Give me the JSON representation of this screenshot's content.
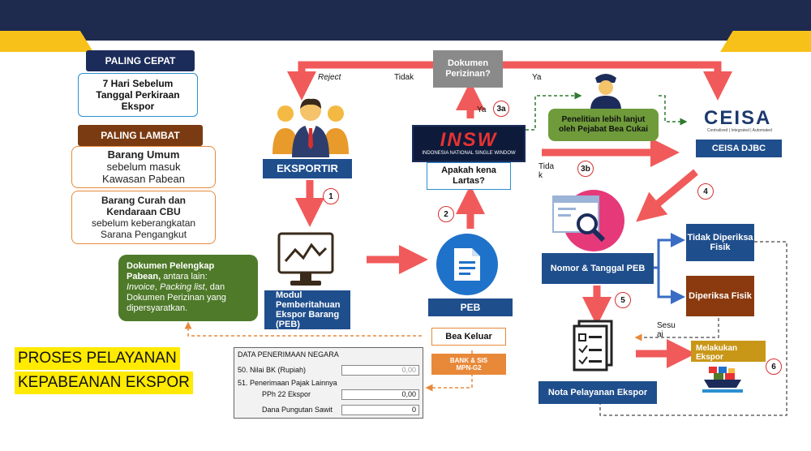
{
  "header": {
    "bar_color": "#1f2a4f",
    "accent_color": "#f7c11a"
  },
  "left": {
    "paling_cepat": "PALING CEPAT",
    "cepat_text": "7 Hari Sebelum Tanggal Perkiraan Ekspor",
    "paling_lambat": "PALING LAMBAT",
    "barang_umum_1": "Barang  Umum",
    "barang_umum_2": "sebelum      masuk",
    "barang_umum_3": "Kawasan Pabean",
    "curah_1": "Barang Curah dan",
    "curah_2": "Kendaraan CBU",
    "curah_3": "sebelum keberangkatan",
    "curah_4": "Sarana Pengangkut"
  },
  "green_doc": {
    "line1": "Dokumen Pelengkap",
    "line2": "Pabean,",
    "line2b": " antara lain:",
    "line3a": "Invoice",
    "line3b": ", ",
    "line3c": "Packing list",
    "line3d": ", dan",
    "line4": "Dokumen Perizinan yang",
    "line5": "dipersyaratkan."
  },
  "title": {
    "line1": "PROSES PELAYANAN",
    "line2": "KEPABEANAN EKSPOR"
  },
  "eksportir": "EKSPORTIR",
  "modul": "Modul Pemberitahuan Ekspor Barang (PEB)",
  "peb": "PEB",
  "insw": {
    "logo": "INSW",
    "sub": "INDONESIA NATIONAL SINGLE WINDOW",
    "question": "Apakah kena Lartas?"
  },
  "dokumen": "Dokumen Perizinan?",
  "labels": {
    "reject": "Reject",
    "tidak": "Tidak",
    "ya_top": "Ya",
    "ya_mid": "Ya",
    "tidak_k": "Tida k",
    "sesuai": "Sesu ai"
  },
  "numbers": {
    "n1": "1",
    "n2": "2",
    "n3a": "3a",
    "n3b": "3b",
    "n4": "4",
    "n5": "5",
    "n6": "6"
  },
  "penelitian": "Penelitian lebih lanjut oleh Pejabat Bea Cukai",
  "ceisa": {
    "logo": "CEISA",
    "tagline": "Centralized | Integrated | Automated",
    "label": "CEISA DJBC"
  },
  "nomor": "Nomor & Tanggal PEB",
  "tidak_diperiksa": "Tidak Diperiksa Fisik",
  "diperiksa": "Diperiksa Fisik",
  "nota": "Nota Pelayanan Ekspor",
  "melakukan": "Melakukan Ekspor",
  "bea_keluar": "Bea Keluar",
  "bank": "BANK & SIS MPN-G2",
  "form": {
    "title": "DATA PENERIMAAN NEGARA",
    "r50": "50. Nilai BK (Rupiah)",
    "r50v": "0,00",
    "r51": "51. Penerimaan Pajak Lainnya",
    "pph": "PPh 22 Ekspor",
    "pphv": "0,00",
    "sawit": "Dana Pungutan Sawit",
    "sawitv": "0"
  }
}
